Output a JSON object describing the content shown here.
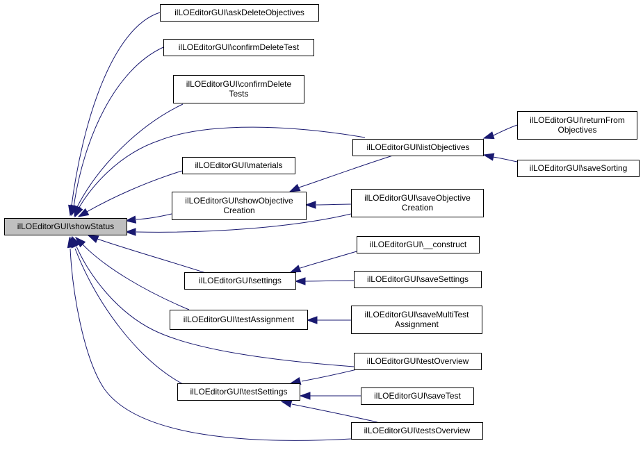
{
  "diagram": {
    "nodes": {
      "show_status": [
        "ilLOEditorGUI\\showStatus"
      ],
      "ask_delete_objectives": [
        "ilLOEditorGUI\\askDeleteObjectives"
      ],
      "confirm_delete_test": [
        "ilLOEditorGUI\\confirmDeleteTest"
      ],
      "confirm_delete_tests": [
        "ilLOEditorGUI\\confirmDelete",
        "Tests"
      ],
      "materials": [
        "ilLOEditorGUI\\materials"
      ],
      "show_objective_creation": [
        "ilLOEditorGUI\\showObjective",
        "Creation"
      ],
      "settings": [
        "ilLOEditorGUI\\settings"
      ],
      "test_assignment": [
        "ilLOEditorGUI\\testAssignment"
      ],
      "test_settings": [
        "ilLOEditorGUI\\testSettings"
      ],
      "list_objectives": [
        "ilLOEditorGUI\\listObjectives"
      ],
      "save_objective_creation": [
        "ilLOEditorGUI\\saveObjective",
        "Creation"
      ],
      "construct": [
        "ilLOEditorGUI\\__construct"
      ],
      "save_settings": [
        "ilLOEditorGUI\\saveSettings"
      ],
      "save_multi_test_assignment": [
        "ilLOEditorGUI\\saveMultiTest",
        "Assignment"
      ],
      "test_overview": [
        "ilLOEditorGUI\\testOverview"
      ],
      "save_test": [
        "ilLOEditorGUI\\saveTest"
      ],
      "tests_overview": [
        "ilLOEditorGUI\\testsOverview"
      ],
      "return_from_objectives": [
        "ilLOEditorGUI\\returnFrom",
        "Objectives"
      ],
      "save_sorting": [
        "ilLOEditorGUI\\saveSorting"
      ]
    },
    "colors": {
      "edge": "#191970",
      "highlight_fill": "#bfbfbf",
      "node_border": "#000000",
      "node_fill": "#ffffff"
    }
  }
}
